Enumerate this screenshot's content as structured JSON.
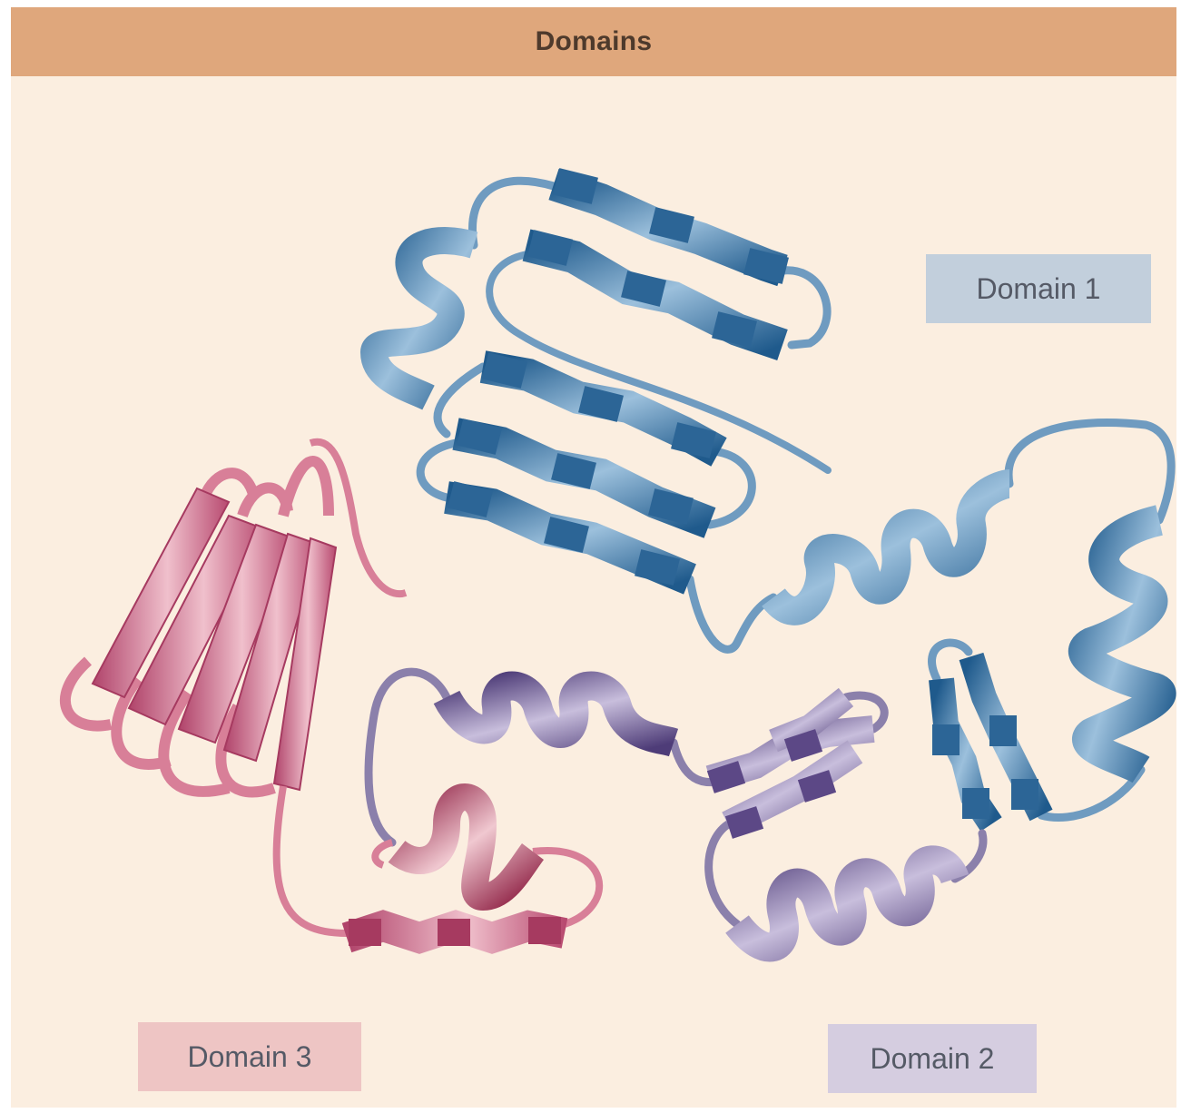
{
  "header": {
    "title": "Domains"
  },
  "labels": {
    "domain1": "Domain 1",
    "domain2": "Domain 2",
    "domain3": "Domain 3"
  },
  "colors": {
    "domain1": "#2e6a9a",
    "domain2": "#6e5a90",
    "domain3": "#b24a6a",
    "header": "#dfa77c",
    "background": "#fbeee0"
  }
}
